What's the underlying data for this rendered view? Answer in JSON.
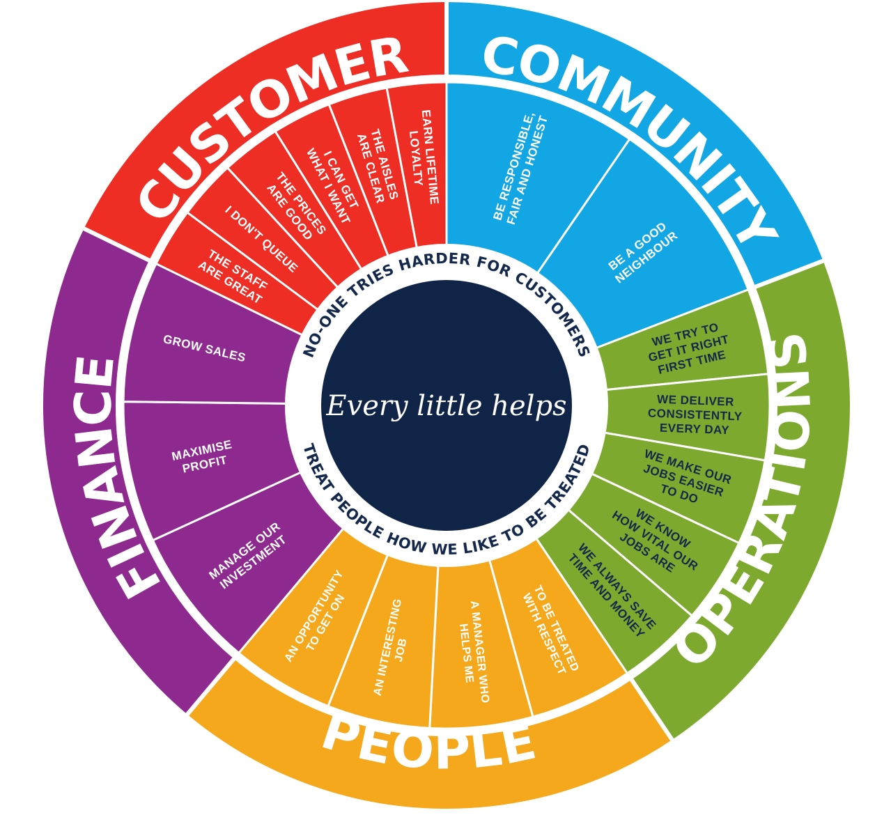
{
  "colors": {
    "customer": "#ee2e24",
    "community": "#12a7e4",
    "operations": "#7daa2e",
    "people": "#f6a81c",
    "finance": "#8e2a8f",
    "center": "#0f2447",
    "dark_text": "#14284b"
  },
  "center": {
    "motto": "Every little helps",
    "ring_top": "NO-ONE TRIES HARDER FOR CUSTOMERS",
    "ring_bottom": "TREAT PEOPLE HOW WE LIKE TO BE TREATED"
  },
  "categories": [
    {
      "key": "customer",
      "label": "CUSTOMER",
      "items": [
        [
          "THE STAFF",
          "ARE GREAT"
        ],
        [
          "I DON'T QUEUE"
        ],
        [
          "THE PRICES",
          "ARE GOOD"
        ],
        [
          "I CAN GET",
          "WHAT I WANT"
        ],
        [
          "THE AISLES",
          "ARE CLEAR"
        ],
        [
          "EARN LIFETIME",
          "LOYALTY"
        ]
      ]
    },
    {
      "key": "community",
      "label": "COMMUNITY",
      "items": [
        [
          "BE RESPONSIBLE,",
          "FAIR AND HONEST"
        ],
        [
          "BE A GOOD",
          "NEIGHBOUR"
        ]
      ]
    },
    {
      "key": "operations",
      "label": "OPERATIONS",
      "items": [
        [
          "WE TRY TO",
          "GET IT RIGHT",
          "FIRST TIME"
        ],
        [
          "WE DELIVER",
          "CONSISTENTLY",
          "EVERY DAY"
        ],
        [
          "WE MAKE OUR",
          "JOBS EASIER",
          "TO DO"
        ],
        [
          "WE KNOW",
          "HOW VITAL OUR",
          "JOBS ARE"
        ],
        [
          "WE ALWAYS SAVE",
          "TIME AND MONEY"
        ]
      ]
    },
    {
      "key": "people",
      "label": "PEOPLE",
      "items": [
        [
          "TO BE TREATED",
          "WITH RESPECT"
        ],
        [
          "A MANAGER WHO",
          "HELPS ME"
        ],
        [
          "AN INTERESTING",
          "JOB"
        ],
        [
          "AN OPPORTUNITY",
          "TO GET ON"
        ]
      ]
    },
    {
      "key": "finance",
      "label": "FINANCE",
      "items": [
        [
          "MANAGE OUR",
          "INVESTMENT"
        ],
        [
          "MAXIMISE",
          "PROFIT"
        ],
        [
          "GROW SALES"
        ]
      ]
    }
  ]
}
